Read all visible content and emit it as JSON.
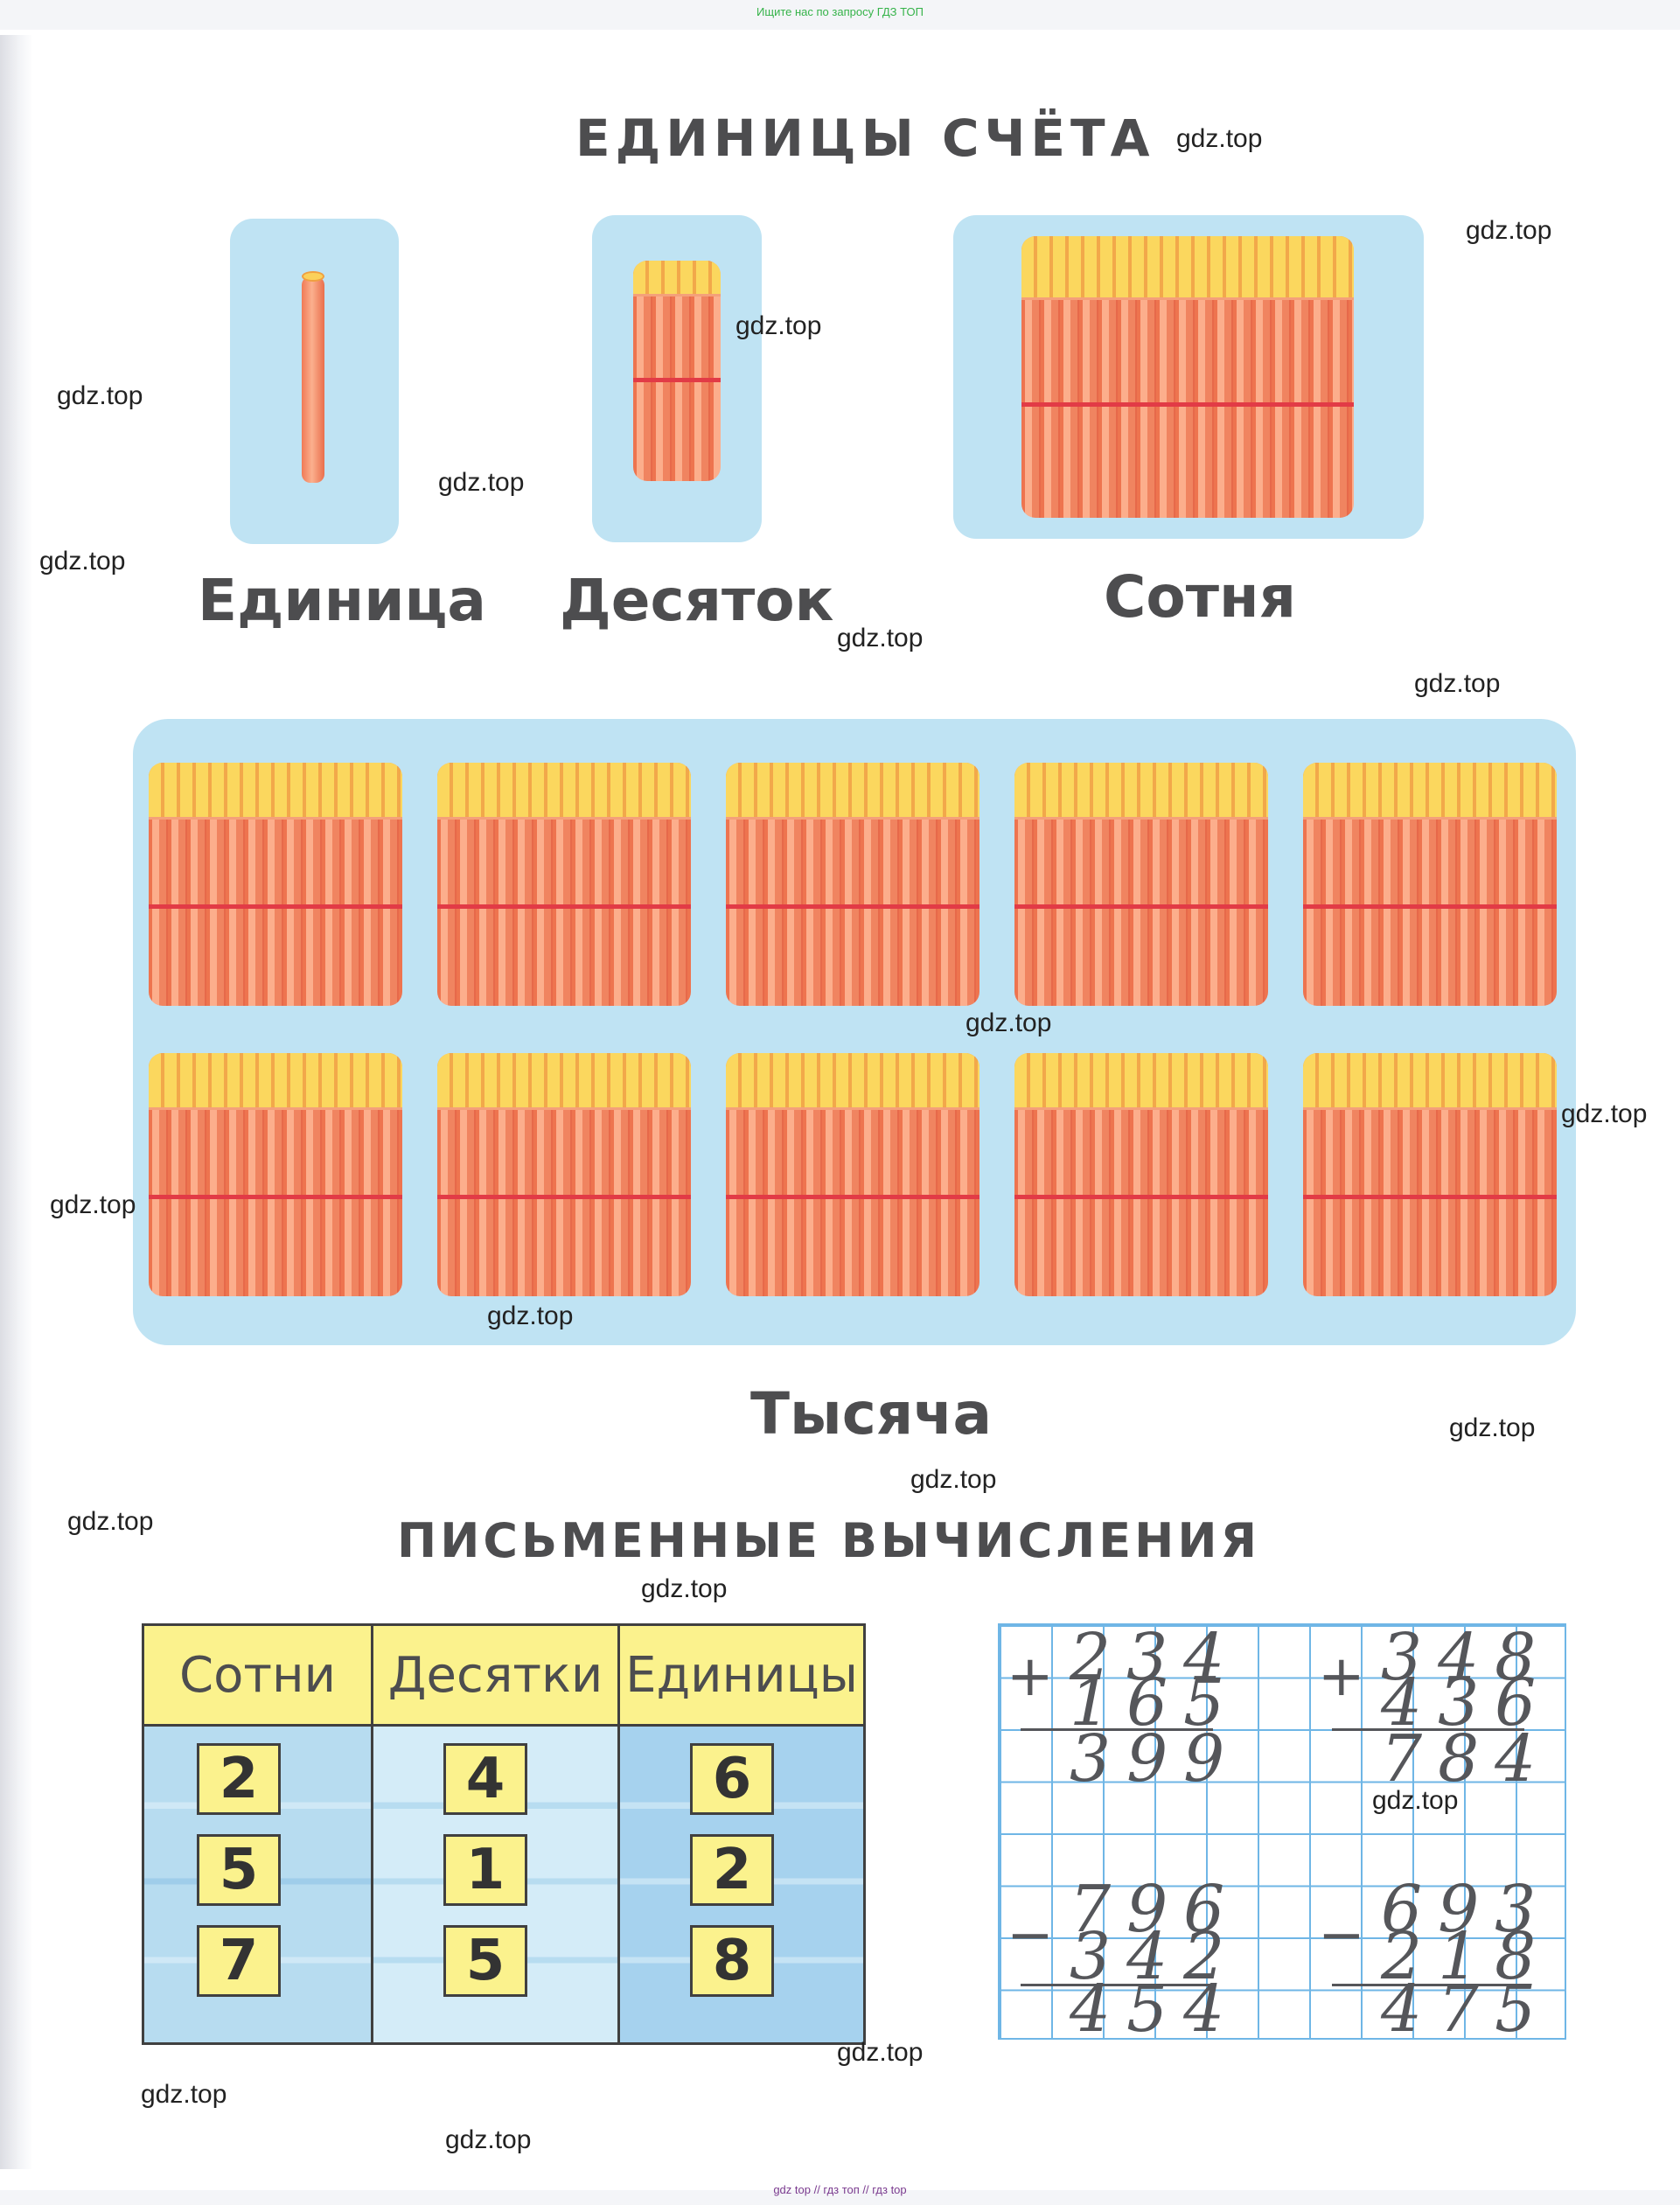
{
  "banner_top": "Ищите нас по запросу ГДЗ ТОП",
  "banner_bottom": "gdz top // гдз топ // гдз top",
  "section1": {
    "title": "ЕДИНИЦЫ  СЧЁТА",
    "labels": {
      "unit": "Единица",
      "ten": "Десяток",
      "hundred": "Сотня",
      "thousand": "Тысяча"
    }
  },
  "section2": {
    "title": "ПИСЬМЕННЫЕ  ВЫЧИСЛЕНИЯ",
    "table": {
      "headers": [
        "Сотни",
        "Десятки",
        "Единицы"
      ],
      "rows": [
        [
          "2",
          "4",
          "6"
        ],
        [
          "5",
          "1",
          "2"
        ],
        [
          "7",
          "5",
          "8"
        ]
      ]
    },
    "computations": [
      {
        "op": "+",
        "a": "234",
        "b": "165",
        "result": "399"
      },
      {
        "op": "+",
        "a": "348",
        "b": "436",
        "result": "784"
      },
      {
        "op": "−",
        "a": "796",
        "b": "342",
        "result": "454"
      },
      {
        "op": "−",
        "a": "693",
        "b": "218",
        "result": "475"
      }
    ]
  },
  "watermark": "gdz.top",
  "colors": {
    "card_blue": "#bfe3f3",
    "stick_orange": "#f07a56",
    "stick_top_yellow": "#fbd15a",
    "band_red": "#e23b46",
    "header_yellow": "#fbf28d",
    "grid_blue": "#6fb6e6",
    "text_gray": "#4d4d4f"
  }
}
